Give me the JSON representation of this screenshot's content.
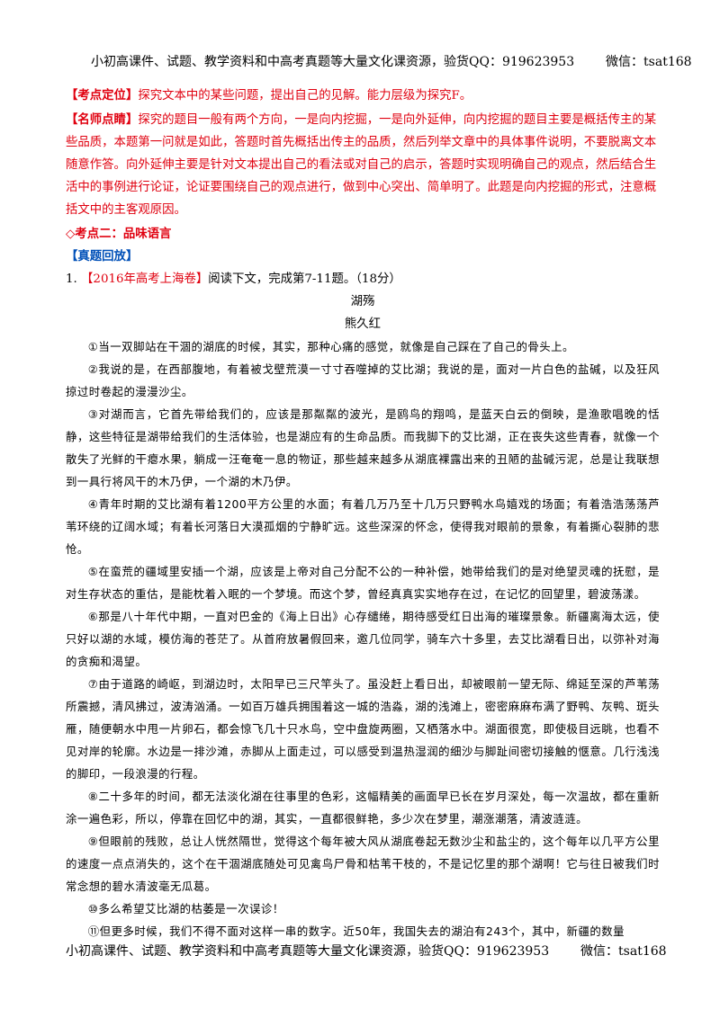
{
  "header": {
    "text": "小初高课件、试题、教学资料和中高考真题等大量文化课资源，验货QQ：919623953",
    "wechat": "微信：tsat168"
  },
  "kaodian": {
    "label": "【考点定位】",
    "text": "探究文本中的某些问题，提出自己的见解。能力层级为探究F。"
  },
  "mingshi": {
    "label": "【名师点睛】",
    "text": "探究的题目一般有两个方向，一是向内挖掘，一是向外延伸，向内挖掘的题目主要是概括传主的某些品质，本题第一问就是如此，答题时首先概括出传主的品质，然后列举文章中的具体事件说明，不要脱离文本随意作答。向外延伸主要是针对文本提出自己的看法或对自己的启示，答题时实现明确自己的观点，然后结合生活中的事例进行论证，论证要围绕自己的观点进行，做到中心突出、简单明了。此题是向内挖掘的形式，注意概括文中的主客观原因。"
  },
  "section2": "◇考点二：品味语言",
  "zhenti": "【真题回放】",
  "question": {
    "num": "1.",
    "source": "【2016年高考上海卷】",
    "text": "阅读下文，完成第7-11题。（18分）"
  },
  "article": {
    "title": "湖殇",
    "author": "熊久红",
    "paragraphs": [
      "①当一双脚站在干涸的湖底的时候，其实，那种心痛的感觉，就像是自己踩在了自己的骨头上。",
      "②我说的是，在西部腹地，有着被戈壁荒漠一寸寸吞噬掉的艾比湖；我说的是，面对一片白色的盐碱，以及狂风掠过时卷起的漫漫沙尘。",
      "③对湖而言，它首先带给我们的，应该是那粼粼的波光，是鸥鸟的翔鸣，是蓝天白云的倒映，是渔歌唱晚的恬静，这些特征是湖带给我们的生活体验，也是湖应有的生命品质。而我脚下的艾比湖，正在丧失这些青春，就像一个散失了光鲜的干瘪水果，躺成一汪奄奄一息的物证，那些越来越多从湖底裸露出来的丑陋的盐碱污泥，总是让我联想到一具行将风干的木乃伊，一个湖的木乃伊。",
      "④青年时期的艾比湖有着1200平方公里的水面；有着几万乃至十几万只野鸭水鸟嬉戏的场面；有着浩浩荡荡芦苇环绕的辽阔水域；有着长河落日大漠孤烟的宁静旷远。这些深深的怀念，使得我对眼前的景象，有着撕心裂肺的悲怆。",
      "⑤在蛮荒的疆域里安插一个湖，应该是上帝对自己分配不公的一种补偿，她带给我们的是对绝望灵魂的抚慰，是对生存状态的重估，是能枕着入眠的一个梦境。而这个梦，曾经真真实实地存在过，在记忆的回望里，碧波荡漾。",
      "⑥那是八十年代中期，一直对巴金的《海上日出》心存缱绻，期待感受红日出海的璀璨景象。新疆离海太远，使只好以湖的水域，模仿海的苍茫了。从首府放暑假回来，邀几位同学，骑车六十多里，去艾比湖看日出，以弥补对海的贪痴和渴望。",
      "⑦由于道路的崎岖，到湖边时，太阳早已三尺竿头了。虽没赶上看日出，却被眼前一望无际、绵延至深的芦苇荡所震撼，清风拂过，波涛汹涌。一如百万雄兵拥围着这一城的浩淼，湖的浅滩上，密密麻麻布满了野鸭、灰鸭、斑头雁，随便朝水中甩一片卵石，都会惊飞几十只水鸟，空中盘旋两圈，又栖落水中。湖面很宽，即使极目远眺，也看不见对岸的轮廓。水边是一排沙滩，赤脚从上面走过，可以感受到温热湿润的细沙与脚趾间密切接触的惬意。几行浅浅的脚印，一段浪漫的行程。",
      "⑧二十多年的时间，都无法淡化湖在往事里的色彩，这幅精美的画面早已长在岁月深处，每一次温故，都在重新涂一遍色彩，所以，停靠在回忆中的湖，其实，一直都很鲜艳，多少次在梦里，潮涨潮落，清波涟涟。",
      "⑨但眼前的残败，总让人恍然隔世，觉得这个每年被大风从湖底卷起无数沙尘和盐尘的，这个每年以几平方公里的速度一点点消失的，这个在干涸湖底随处可见禽鸟尸骨和枯苇干枝的，不是记忆里的那个湖啊！它与往日被我们时常念想的碧水清波毫无瓜葛。",
      "⑩多么希望艾比湖的枯萎是一次误诊！",
      "⑪但更多时候，我们不得不面对这样一串的数字。近50年，我国失去的湖泊有243个，其中，新疆的数量"
    ]
  },
  "footer": {
    "text": "小初高课件、试题、教学资料和中高考真题等大量文化课资源，验货QQ：919623953",
    "wechat": "微信：tsat168"
  }
}
